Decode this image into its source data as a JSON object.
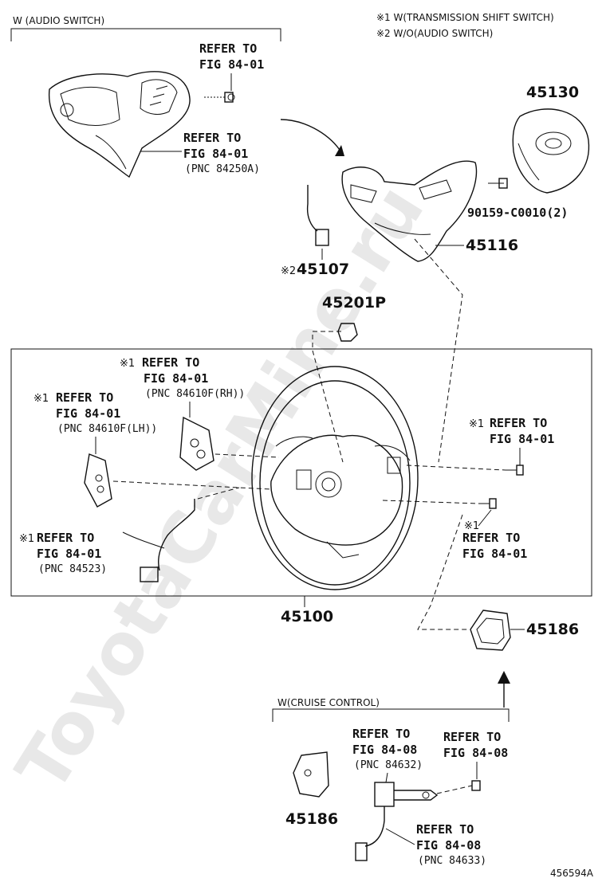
{
  "watermark": "ToyotaCarMine.ru",
  "figure_id": "456594A",
  "notes": {
    "note1": "※1 W(TRANSMISSION SHIFT SWITCH)",
    "note2": "※2 W/O(AUDIO SWITCH)"
  },
  "groups": {
    "audio_switch": "W (AUDIO SWITCH)",
    "cruise_control": "W(CRUISE CONTROL)"
  },
  "parts": {
    "p45130": "45130",
    "p90159": "90159-C0010(2)",
    "p45116": "45116",
    "p45107": "45107",
    "p45107_mark": "※2",
    "p45201P": "45201P",
    "p45100": "45100",
    "p45186": "45186",
    "p45186b": "45186"
  },
  "refs": {
    "r1": {
      "l1": "REFER TO",
      "l2": "FIG 84-01"
    },
    "r2": {
      "l1": "REFER TO",
      "l2": "FIG 84-01",
      "l3": "(PNC 84250A)"
    },
    "r3": {
      "mark": "※1",
      "l1": "REFER TO",
      "l2": "FIG 84-01",
      "l3": "(PNC 84610F(RH))"
    },
    "r4": {
      "mark": "※1",
      "l1": "REFER TO",
      "l2": "FIG 84-01",
      "l3": "(PNC 84610F(LH))"
    },
    "r5": {
      "mark": "※1",
      "l1": "REFER TO",
      "l2": "FIG 84-01"
    },
    "r6": {
      "mark": "※1",
      "l1": "REFER TO",
      "l2": "FIG 84-01"
    },
    "r7": {
      "mark": "※1",
      "l1": "REFER TO",
      "l2": "FIG 84-01",
      "l3": "(PNC 84523)"
    },
    "r8": {
      "l1": "REFER TO",
      "l2": "FIG 84-08",
      "l3": "(PNC 84632)"
    },
    "r9": {
      "l1": "REFER TO",
      "l2": "FIG 84-08"
    },
    "r10": {
      "l1": "REFER TO",
      "l2": "FIG 84-08",
      "l3": "(PNC 84633)"
    }
  }
}
